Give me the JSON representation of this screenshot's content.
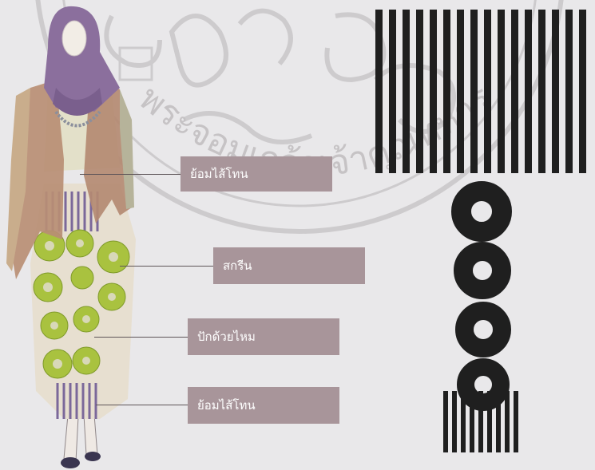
{
  "watermark": {
    "seal_text": "พระจอมเกล้าเจ้าคุณทหาร",
    "colors": {
      "line": "#c9c6c8",
      "text": "#c3c0c2"
    }
  },
  "callouts": [
    {
      "label": "ย้อมไส้โทน"
    },
    {
      "label": "สกรีน"
    },
    {
      "label": "ปักด้วยไหม"
    },
    {
      "label": "ย้อมไส้โทน"
    }
  ],
  "colors": {
    "label_bg": "#a8959a",
    "label_text": "#ffffff",
    "motif": "#1f1f1f",
    "hijab": "#8b6f9d",
    "vest": "#b88e74",
    "lime": "#a9c23f",
    "pants_stripe": "#7b689a"
  },
  "icons": [
    "fashion-figure-illustration",
    "vertical-stripes-motif",
    "ring-motif"
  ]
}
